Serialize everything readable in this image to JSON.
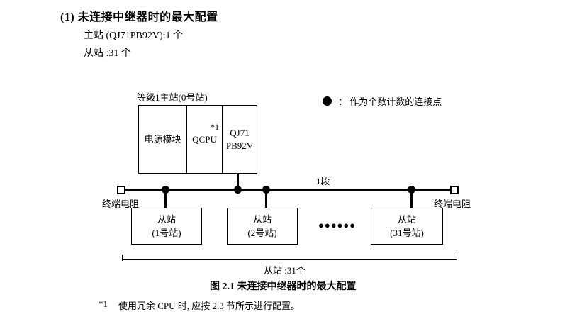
{
  "header": {
    "title": "(1) 未连接中继器时的最大配置",
    "master_line": "主站 (QJ71PB92V):1 个",
    "slave_line": "从站 :31 个"
  },
  "diagram": {
    "master_label": "等级1主站(0号站)",
    "master_cells": [
      "电源模块",
      "QCPU",
      "QJ71 PB92V"
    ],
    "qcpu_footnote_marker": "*1",
    "legend_text": "：  作为个数计数的连接点",
    "segment_label": "1段",
    "terminator_left_label": "终端电阻",
    "terminator_right_label": "终端电阻",
    "slaves": [
      {
        "name": "从站",
        "station": "(1号站)"
      },
      {
        "name": "从站",
        "station": "(2号站)"
      },
      {
        "name": "从站",
        "station": "(31号站)"
      }
    ],
    "ellipsis": "●●●●●●",
    "slave_count_label": "从站 :31个"
  },
  "caption": "图 2.1 未连接中继器时的最大配置",
  "footnote": {
    "marker": "*1",
    "text": "使用冗余 CPU 时, 应按 2.3 节所示进行配置。"
  }
}
